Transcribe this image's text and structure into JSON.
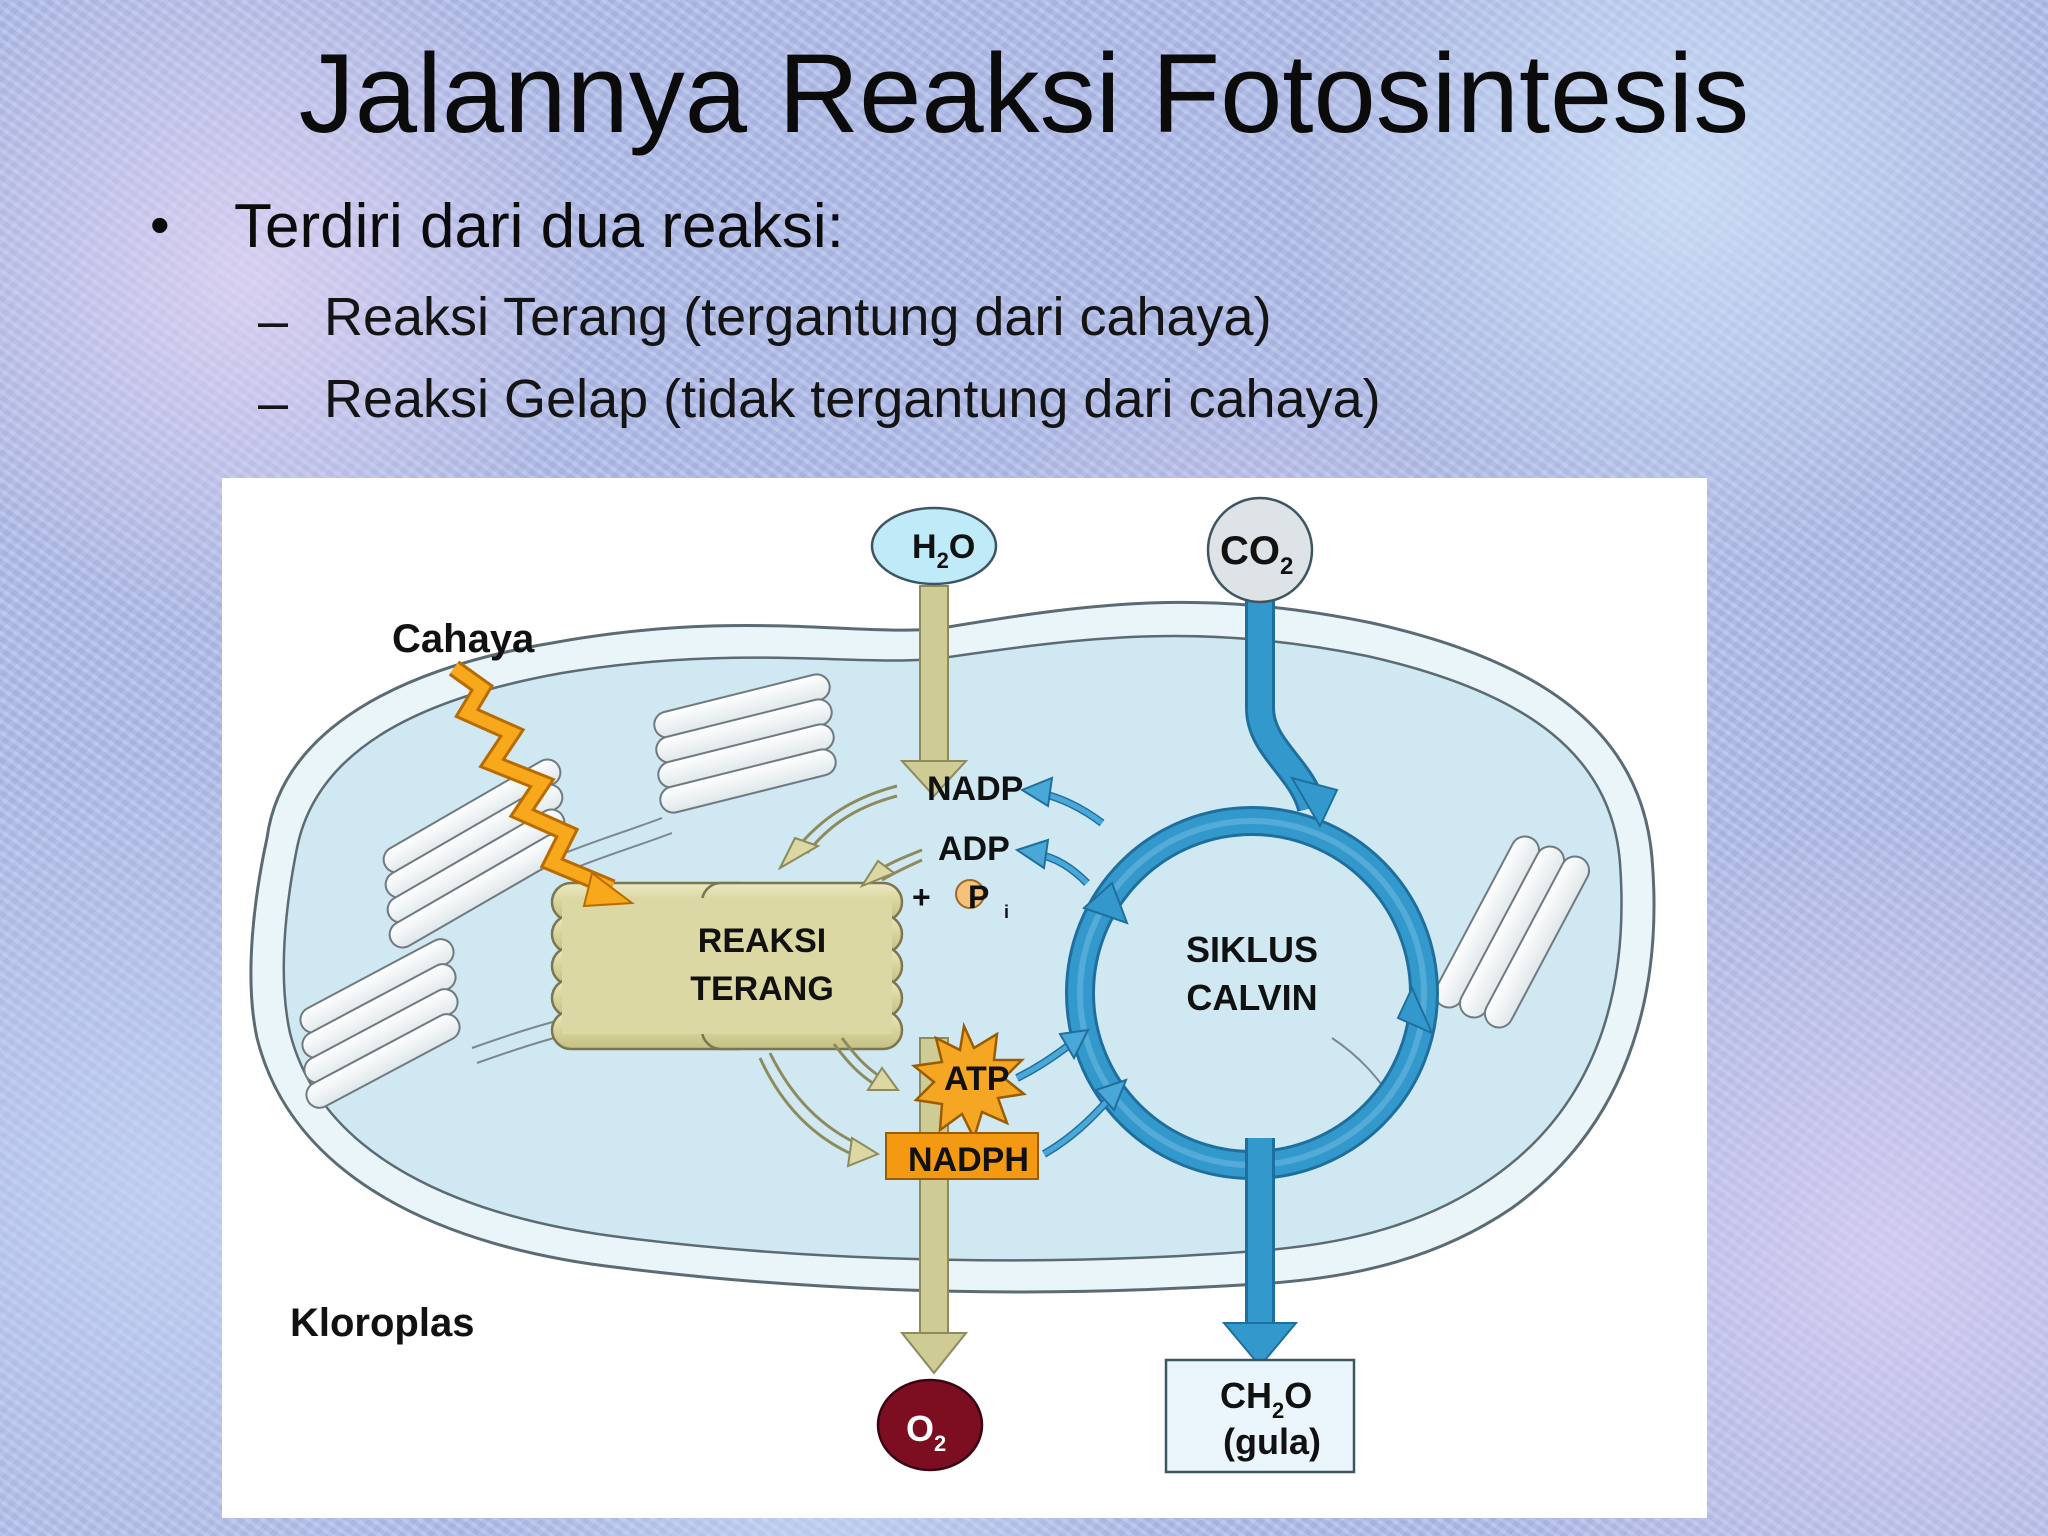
{
  "slide": {
    "title": "Jalannya Reaksi Fotosintesis",
    "bullet": "Terdiri dari dua reaksi:",
    "sub_items": [
      "Reaksi Terang (tergantung dari cahaya)",
      "Reaksi Gelap (tidak tergantung dari cahaya)"
    ]
  },
  "diagram": {
    "light_label": "Cahaya",
    "h2o": "H",
    "h2o_sub": "2",
    "h2o_tail": "O",
    "co2": "CO",
    "co2_sub": "2",
    "o2": "O",
    "o2_sub": "2",
    "light_reaction_line1": "REAKSI",
    "light_reaction_line2": "TERANG",
    "calvin_line1": "SIKLUS",
    "calvin_line2": "CALVIN",
    "nadp": "NADP",
    "adp": "ADP",
    "plus": "+",
    "pi_p": "P",
    "pi_i": "i",
    "atp": "ATP",
    "nadph": "NADPH",
    "ch2o": "CH",
    "ch2o_sub": "2",
    "ch2o_tail": "O",
    "sugar": "(gula)",
    "chloroplast_label": "Kloroplas"
  },
  "colors": {
    "calvin_blue": "#2f8fc7",
    "light_reaction_khaki": "#dcd8a4",
    "stroma": "#cfe8f1",
    "atp_orange": "#f5a623",
    "nadph_orange": "#f39a12",
    "o2_maroon": "#7d0e22",
    "h2o_cyan": "#bfeaf7"
  }
}
